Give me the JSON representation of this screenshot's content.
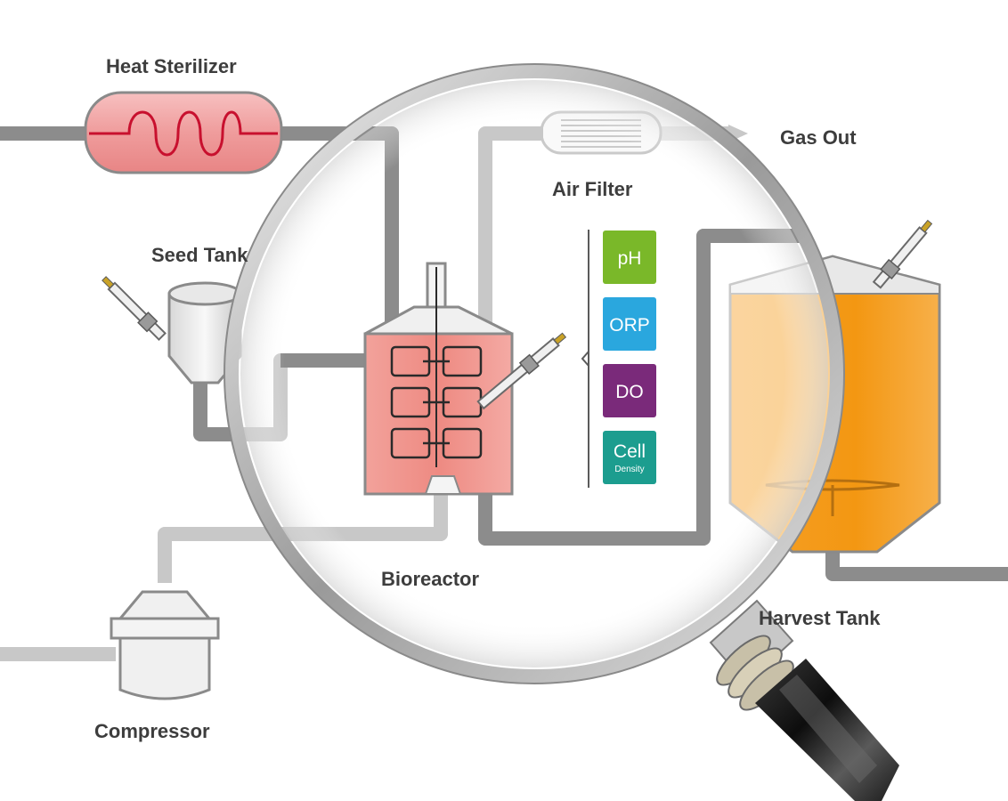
{
  "diagram": {
    "labels": {
      "heat_sterilizer": "Heat Sterilizer",
      "gas_out": "Gas Out",
      "air_filter": "Air Filter",
      "seed_tank": "Seed Tank",
      "bioreactor": "Bioreactor",
      "harvest_tank": "Harvest Tank",
      "compressor": "Compressor"
    },
    "sensors": [
      {
        "label": "pH",
        "sublabel": "",
        "color": "#7ab829"
      },
      {
        "label": "ORP",
        "sublabel": "",
        "color": "#2aa7de"
      },
      {
        "label": "DO",
        "sublabel": "",
        "color": "#7a2a7a"
      },
      {
        "label": "Cell",
        "sublabel": "Density",
        "color": "#1c9d8f"
      }
    ],
    "colors": {
      "pipe_dark": "#8a8a8a",
      "pipe_light": "#c6c6c6",
      "bioreactor_fill": "#ef8d84",
      "harvest_fill": "#f39b12",
      "sterilizer_fill": "#f2a3a3",
      "sterilizer_coil": "#c8102e"
    }
  }
}
